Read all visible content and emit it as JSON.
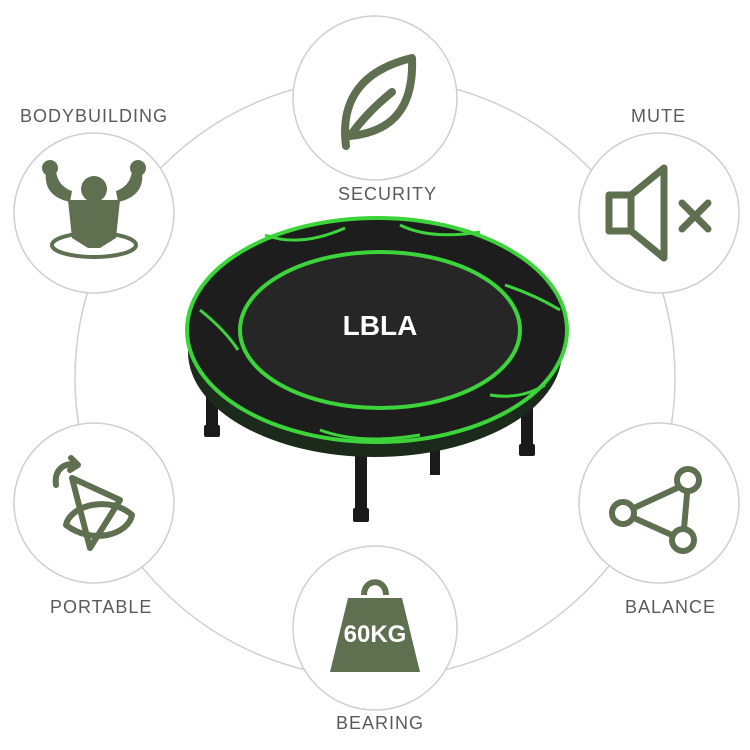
{
  "features": {
    "bodybuilding": "BODYBUILDING",
    "security": "SECURITY",
    "mute": "MUTE",
    "portable": "PORTABLE",
    "balance": "BALANCE",
    "bearing": "BEARING"
  },
  "trampoline": {
    "brand": "LBLA"
  },
  "weight_badge": "60KG",
  "icons": {
    "security": "leaf-icon",
    "bodybuilding": "muscle-man-icon",
    "mute": "speaker-mute-icon",
    "portable": "folding-frame-icon",
    "balance": "triangle-nodes-icon",
    "bearing": "weight-kettle-icon"
  },
  "colors": {
    "icon_green": "#5f7051",
    "trampoline_accent": "#3dd43b",
    "mat": "#1b1b1b",
    "ring": "#cfcfcf"
  }
}
